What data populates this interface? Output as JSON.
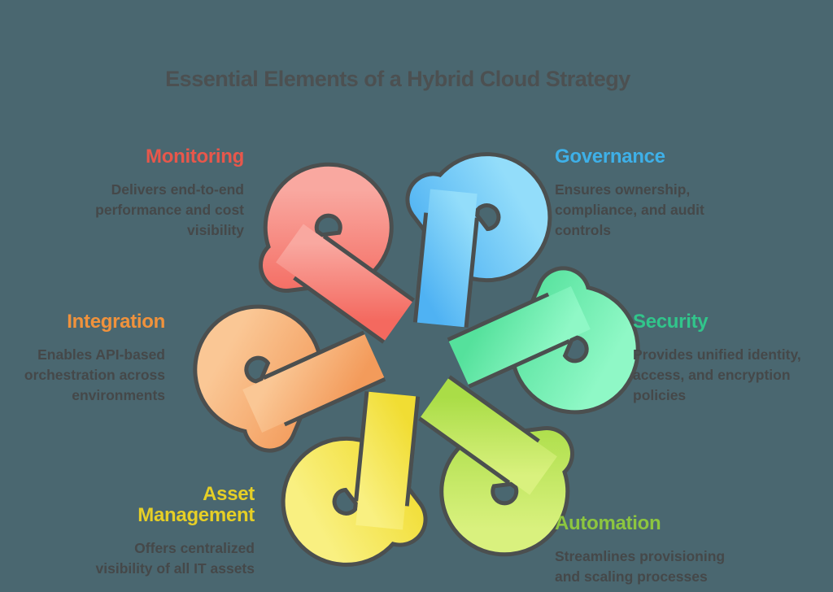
{
  "title": {
    "text": "Essential Elements of a Hybrid Cloud Strategy",
    "color": "#4C5051"
  },
  "palette": {
    "background": "#4A6770",
    "outline": "#4B4F4F",
    "body_text": "#454849"
  },
  "sections": [
    {
      "id": "monitoring",
      "heading": "Monitoring",
      "heading_color": "#E8574B",
      "body": "Delivers end-to-end\nperformance and cost\nvisibility"
    },
    {
      "id": "governance",
      "heading": "Governance",
      "heading_color": "#3EB0E8",
      "body": "Ensures ownership,\ncompliance, and audit\ncontrols"
    },
    {
      "id": "integration",
      "heading": "Integration",
      "heading_color": "#F0923C",
      "body": "Enables API-based\norchestration across\nenvironments"
    },
    {
      "id": "security",
      "heading": "Security",
      "heading_color": "#31C58B",
      "body": "Provides unified identity,\naccess, and encryption\npolicies"
    },
    {
      "id": "asset_management",
      "heading": "Asset\nManagement",
      "heading_color": "#E6CF26",
      "body": "Offers centralized\nvisibility of all IT assets"
    },
    {
      "id": "automation",
      "heading": "Automation",
      "heading_color": "#8DC63F",
      "body": "Streamlines provisioning\nand scaling processes"
    }
  ],
  "knot": {
    "ribbons": [
      {
        "name": "governance-blue",
        "color_top": "#93DDFA",
        "color_bottom": "#4FB2F3"
      },
      {
        "name": "monitoring-red",
        "color_top": "#F9A8A0",
        "color_bottom": "#F4695F"
      },
      {
        "name": "security-green",
        "color_top": "#8FF8C6",
        "color_bottom": "#55E19C"
      },
      {
        "name": "automation-lime",
        "color_top": "#D9F17E",
        "color_bottom": "#AADD47"
      },
      {
        "name": "integration-orange",
        "color_top": "#FAC795",
        "color_bottom": "#F39B5B"
      },
      {
        "name": "asset-yellow",
        "color_top": "#F9F081",
        "color_bottom": "#F1DD33"
      }
    ]
  }
}
